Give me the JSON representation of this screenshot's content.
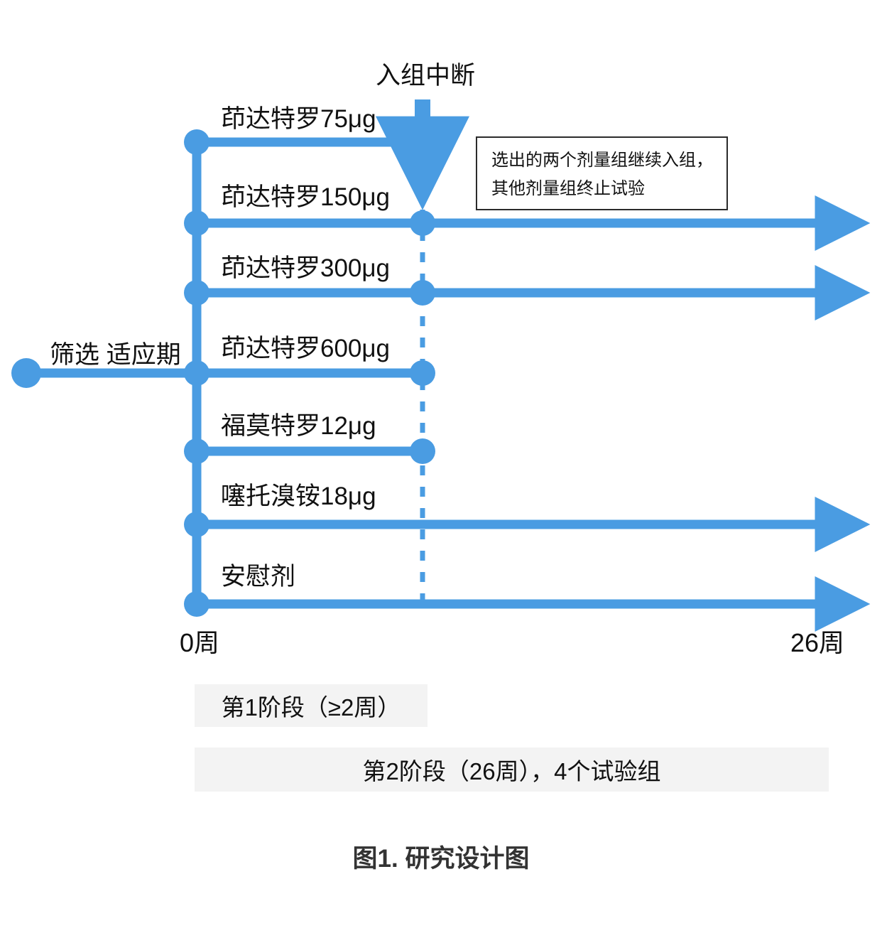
{
  "figure": {
    "caption": "图1. 研究设计图",
    "interrupt_label": "入组中断",
    "runin_label": "筛选 适应期",
    "note": {
      "line1": "选出的两个剂量组继续入组，",
      "line2": "其他剂量组终止试验"
    },
    "axis": {
      "left_tick": "0周",
      "right_tick": "26周"
    },
    "phases": [
      {
        "label": "第1阶段（≥2周）"
      },
      {
        "label": "第2阶段（26周），4个试验组"
      }
    ],
    "arms": [
      {
        "label": "茚达特罗75μg",
        "continues": false,
        "has_interrupt_node": true
      },
      {
        "label": "茚达特罗150μg",
        "continues": true,
        "has_interrupt_node": true
      },
      {
        "label": "茚达特罗300μg",
        "continues": true,
        "has_interrupt_node": true
      },
      {
        "label": "茚达特罗600μg",
        "continues": false,
        "has_interrupt_node": true
      },
      {
        "label": "福莫特罗12μg",
        "continues": false,
        "has_interrupt_node": true
      },
      {
        "label": "噻托溴铵18μg",
        "continues": true,
        "has_interrupt_node": false
      },
      {
        "label": "安慰剂",
        "continues": true,
        "has_interrupt_node": false
      }
    ]
  },
  "chart_data": {
    "type": "diagram",
    "title": "图1. 研究设计图",
    "subtype": "clinical-trial-study-design-timeline",
    "x_axis": {
      "label": "",
      "ticks": [
        "0周",
        "26周"
      ],
      "range_weeks": [
        0,
        26
      ]
    },
    "interrupt_marker": {
      "label": "入组中断",
      "position": "enrollment interruption, dashed vertical line"
    },
    "annotation": "选出的两个剂量组继续入组，其他剂量组终止试验",
    "lead_in": "筛选 适应期",
    "series": [
      {
        "name": "茚达特罗75μg",
        "start_week": 0,
        "end_week": 9,
        "terminated_at_interrupt": true
      },
      {
        "name": "茚达特罗150μg",
        "start_week": 0,
        "end_week": 26,
        "terminated_at_interrupt": false
      },
      {
        "name": "茚达特罗300μg",
        "start_week": 0,
        "end_week": 26,
        "terminated_at_interrupt": false
      },
      {
        "name": "茚达特罗600μg",
        "start_week": 0,
        "end_week": 9,
        "terminated_at_interrupt": true
      },
      {
        "name": "福莫特罗12μg",
        "start_week": 0,
        "end_week": 9,
        "terminated_at_interrupt": true
      },
      {
        "name": "噻托溴铵18μg",
        "start_week": 0,
        "end_week": 26,
        "terminated_at_interrupt": false
      },
      {
        "name": "安慰剂",
        "start_week": 0,
        "end_week": 26,
        "terminated_at_interrupt": false
      }
    ],
    "phases": [
      "第1阶段（≥2周）",
      "第2阶段（26周），4个试验组"
    ],
    "colors": {
      "accent": "#4a9ce2",
      "phase_bar": "#f3f3f3",
      "text": "#111111",
      "caption": "#333333"
    }
  }
}
